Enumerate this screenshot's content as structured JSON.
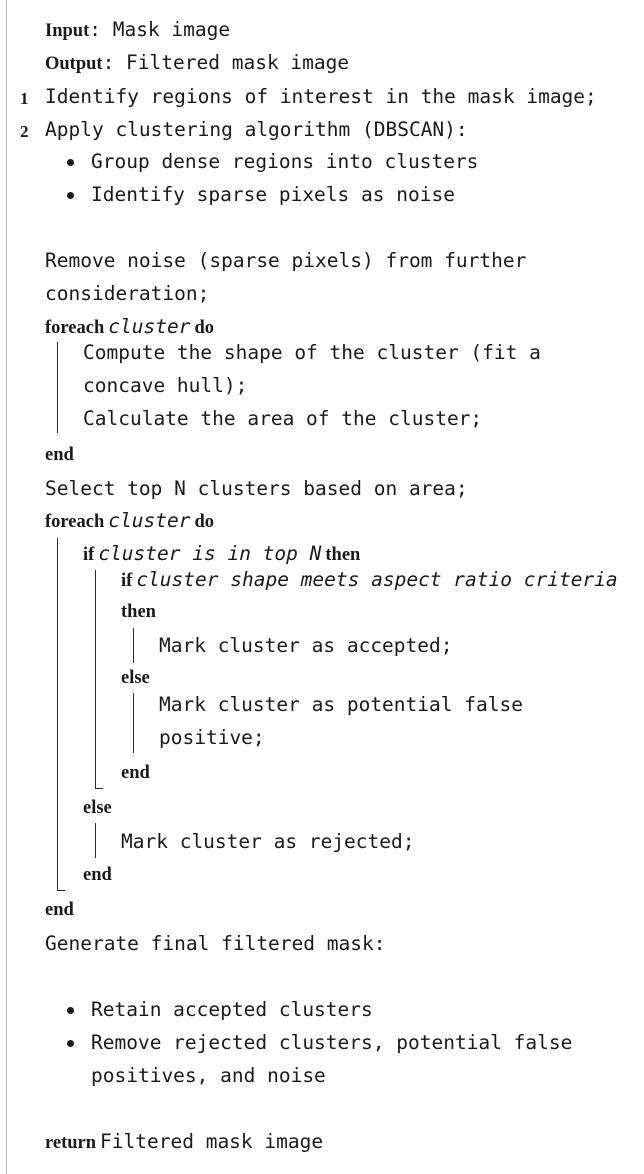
{
  "algo": {
    "input_kw": "Input",
    "input_text": ": Mask image",
    "output_kw": "Output",
    "output_text": ": Filtered mask image",
    "line_numbers": [
      "1",
      "2"
    ],
    "step1": "Identify regions of interest in the mask image;",
    "step2": "Apply clustering algorithm (DBSCAN):",
    "step2_bullets": [
      "Group dense regions into clusters",
      "Identify sparse pixels as noise"
    ],
    "remove_noise_1": "Remove noise (sparse pixels) from further",
    "remove_noise_2": "consideration;",
    "kw_foreach": "foreach",
    "kw_do": "do",
    "kw_end": "end",
    "kw_if": "if",
    "kw_then": "then",
    "kw_else": "else",
    "kw_return": "return",
    "var_cluster": "cluster",
    "loop1_line1": "Compute the shape of the cluster (fit a",
    "loop1_line2": "concave hull);",
    "loop1_line3": "Calculate the area of the cluster;",
    "select_top": "Select top N clusters based on area;",
    "cond_top_n": "cluster is in top N",
    "cond_shape": "cluster shape meets aspect ratio criteria",
    "accepted": "Mark cluster as accepted;",
    "potential_1": "Mark cluster as potential false",
    "potential_2": "positive;",
    "rejected": "Mark cluster as rejected;",
    "generate": "Generate final filtered mask:",
    "final_bullets": [
      "Retain accepted clusters",
      "Remove rejected clusters, potential false"
    ],
    "final_bullet_cont": "positives, and noise",
    "return_text": "Filtered mask image"
  }
}
